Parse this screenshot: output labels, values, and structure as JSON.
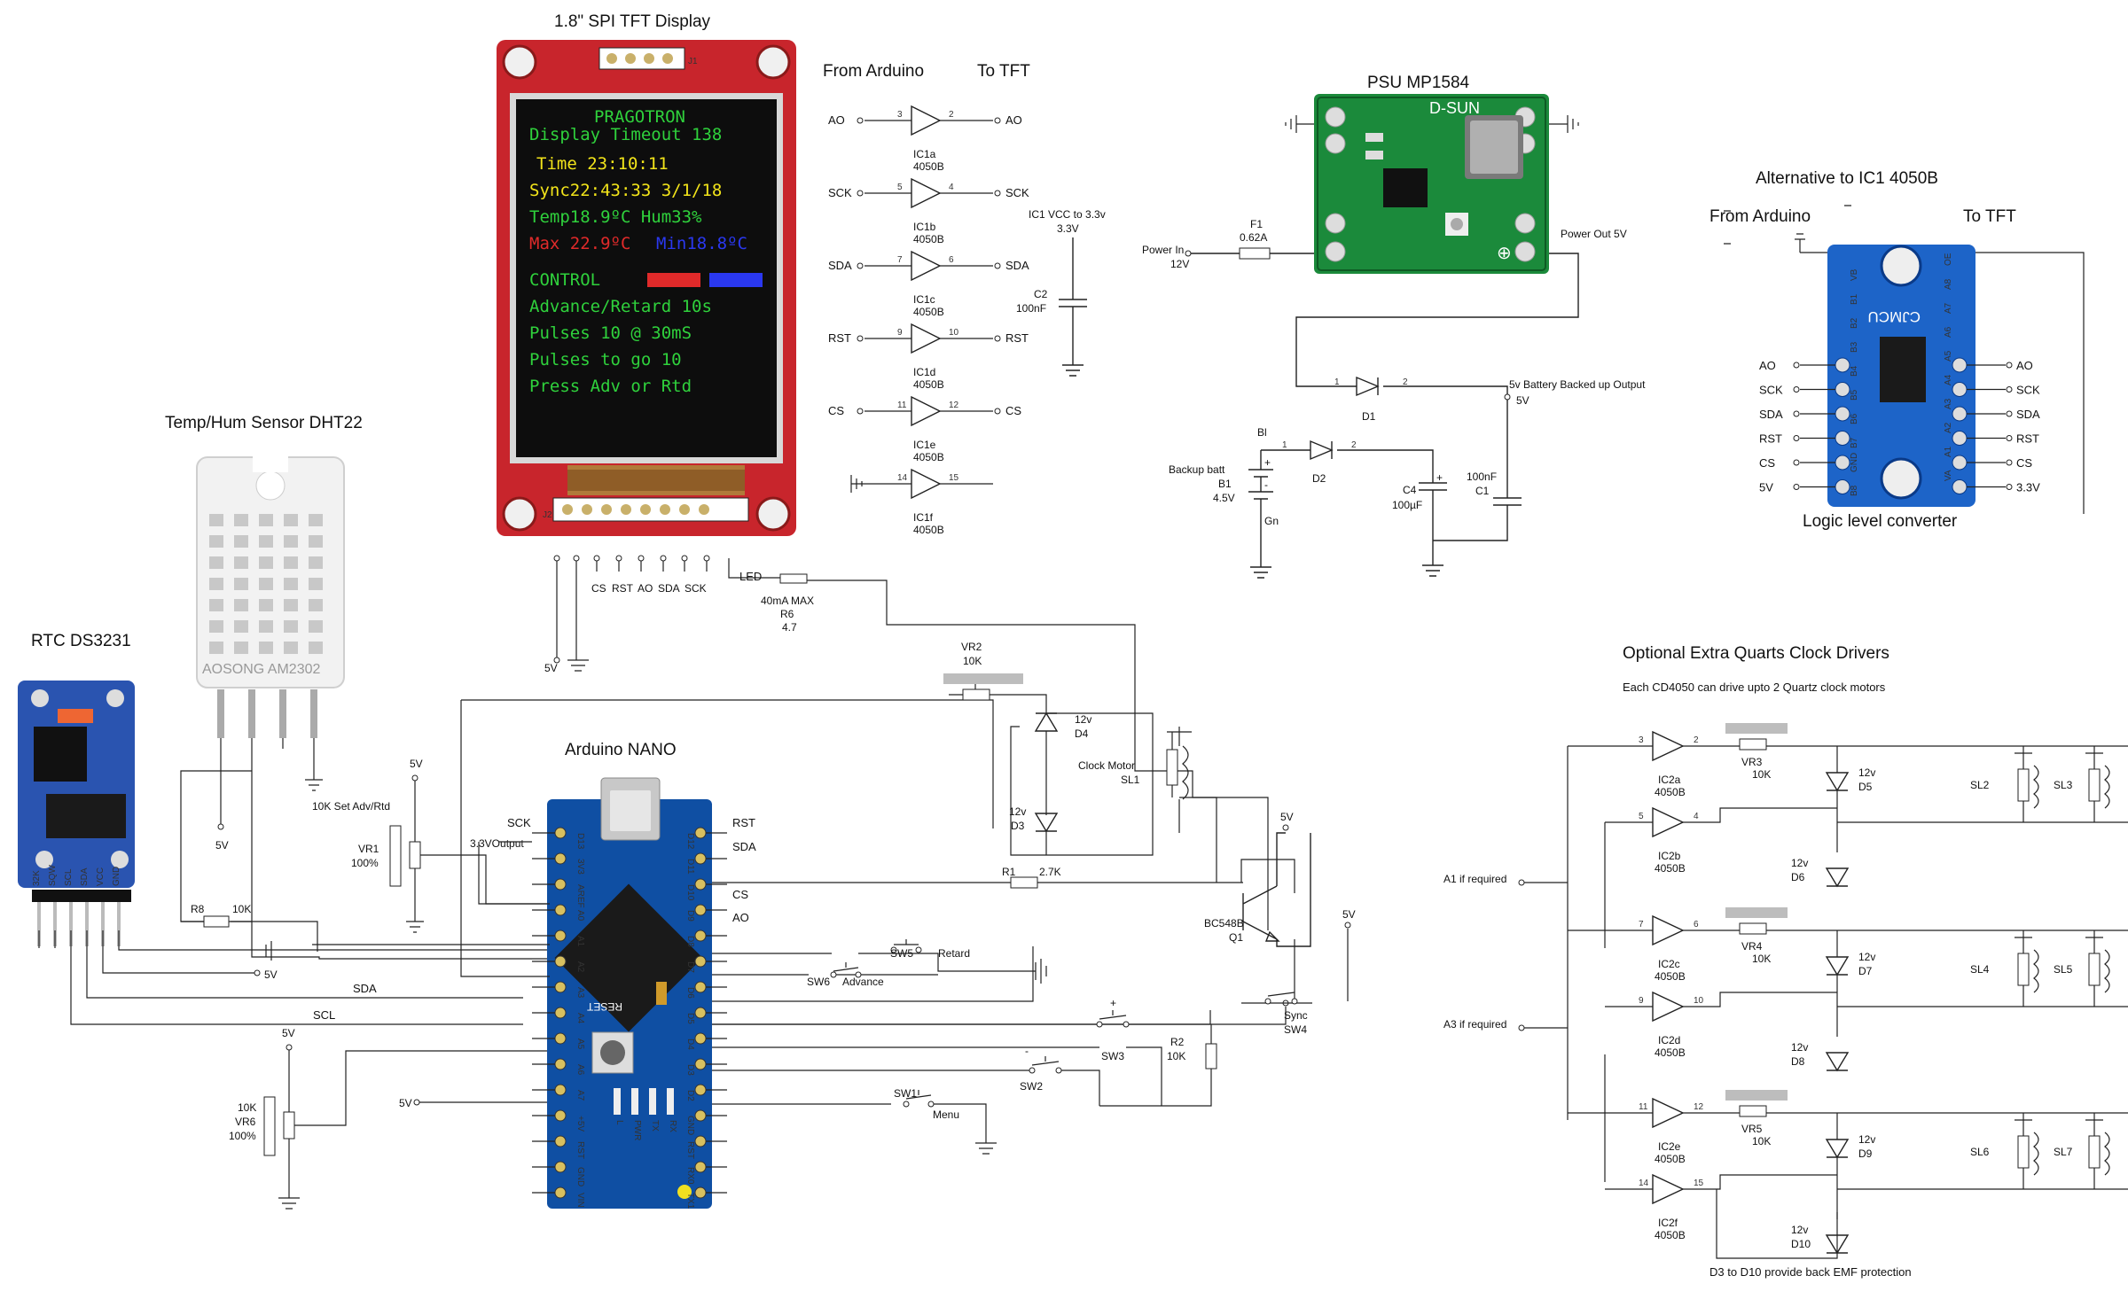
{
  "titles": {
    "tft": "1.8\" SPI TFT Display",
    "from_arduino": "From Arduino",
    "to_tft": "To TFT",
    "psu": "PSU MP1584",
    "alternative": "Alternative to IC1 4050B",
    "from_arduino_alt": "From Arduino",
    "to_tft_alt": "To TFT",
    "logic_level": "Logic level converter",
    "temp_hum": "Temp/Hum Sensor DHT22",
    "rtc": "RTC DS3231",
    "nano": "Arduino NANO",
    "optional": "Optional Extra Quarts Clock Drivers",
    "optional_sub": "Each CD4050 can drive upto 2 Quartz clock motors",
    "backemf": "D3 to D10 provide back EMF protection"
  },
  "tft_screen": {
    "lines": [
      "PRAGOTRON",
      "Display Timeout  138",
      "Time 23:10:11",
      "Sync22:43:33 3/1/18",
      "Temp18.9ºC  Hum33%",
      "Max 22.9ºC",
      "Min18.8ºC",
      "CONTROL",
      "Advance/Retard 10s",
      "Pulses 10      @ 30mS",
      "Pulses to go  10",
      "Press Adv or Rtd"
    ],
    "colors": {
      "green": "#2fd13c",
      "yellow": "#f2e41a",
      "red": "#e02a2a",
      "blue": "#2a38f0"
    }
  },
  "tft_board": {
    "j1": "J1",
    "j2": "J2",
    "pins": [
      "CS",
      "RST",
      "AO",
      "SDA",
      "SCK"
    ],
    "led": "LED",
    "v5": "5V"
  },
  "buffers": [
    {
      "in": "AO",
      "out": "AO",
      "ic": "IC1a",
      "part": "4050B",
      "pin_in": "3",
      "pin_out": "2"
    },
    {
      "in": "SCK",
      "out": "SCK",
      "ic": "IC1b",
      "part": "4050B",
      "pin_in": "5",
      "pin_out": "4"
    },
    {
      "in": "SDA",
      "out": "SDA",
      "ic": "IC1c",
      "part": "4050B",
      "pin_in": "7",
      "pin_out": "6"
    },
    {
      "in": "RST",
      "out": "RST",
      "ic": "IC1d",
      "part": "4050B",
      "pin_in": "9",
      "pin_out": "10"
    },
    {
      "in": "CS",
      "out": "CS",
      "ic": "IC1e",
      "part": "4050B",
      "pin_in": "11",
      "pin_out": "12"
    },
    {
      "in": "",
      "out": "",
      "ic": "IC1f",
      "part": "4050B",
      "pin_in": "14",
      "pin_out": "15"
    }
  ],
  "ic1_vcc": {
    "label": "IC1 VCC to 3.3v",
    "value": "3.3V",
    "c2": "C2",
    "c2v": "100nF"
  },
  "psu": {
    "f1": "F1",
    "f1v": "0.62A",
    "power_in": "Power In",
    "v12": "12V",
    "power_out": "Power Out  5V",
    "board": "D-SUN",
    "d1": "D1",
    "pin1": "1",
    "pin2": "2",
    "batt_out": "5v Battery Backed up Output",
    "v5": "5V",
    "bl": "Bl",
    "backup": "Backup batt",
    "b1": "B1",
    "b1v": "4.5V",
    "gn": "Gn",
    "d2": "D2",
    "c4": "C4",
    "c4v": "100µF",
    "c1v": "100nF",
    "c1": "C1",
    "plus": "+",
    "minus": "-"
  },
  "converter": {
    "left": [
      "AO",
      "SCK",
      "SDA",
      "RST",
      "CS",
      "5V"
    ],
    "right": [
      "AO",
      "SCK",
      "SDA",
      "RST",
      "CS",
      "3.3V"
    ],
    "brand": "CJMCU",
    "top": [
      "B8",
      "GND",
      "B7",
      "B6",
      "B5",
      "B4",
      "B3",
      "B2",
      "B1",
      "VB"
    ],
    "bottom": [
      "OE",
      "A8",
      "A7",
      "A6",
      "A5",
      "A4",
      "A3",
      "A2",
      "A1",
      "VA"
    ]
  },
  "dht": {
    "brand": "AOSONG AM2302"
  },
  "rtc": {
    "pins": [
      "32K",
      "SQW",
      "SCL",
      "SDA",
      "VCC",
      "GND"
    ]
  },
  "nano": {
    "left": [
      "D13",
      "3V3",
      "AREF",
      "A0",
      "A1",
      "A2",
      "A3",
      "A4",
      "A5",
      "A6",
      "A7",
      "+5V",
      "RST",
      "GND",
      "VIN"
    ],
    "right": [
      "D12",
      "D11",
      "D10",
      "D9",
      "D8",
      "D7",
      "D6",
      "D5",
      "D4",
      "D3",
      "D2",
      "GND",
      "RST",
      "RX0",
      "TX1"
    ],
    "reset": "RESET",
    "leds": [
      "L",
      "PWR",
      "TX",
      "RX"
    ]
  },
  "main": {
    "sck": "SCK",
    "v33": "3.3VOutput",
    "rst": "RST",
    "sda": "SDA",
    "cs": "CS",
    "ao": "AO",
    "v5a": "5V",
    "vr1_title": "10K Set Adv/Rtd",
    "vr1": "VR1",
    "vr1_pct": "100%",
    "r8": "R8",
    "r8v": "10K",
    "v5b": "5V",
    "v5c": "5V",
    "sda_line": "SDA",
    "scl_line": "SCL",
    "vr6v": "5V",
    "vr6_10k": "10K",
    "vr6": "VR6",
    "vr6_pct": "100%",
    "v5d": "5V",
    "vr2": "VR2",
    "vr2v": "10K",
    "d4v": "12v",
    "d4": "D4",
    "motor": "Clock Motor",
    "sl1": "SL1",
    "d3v": "12v",
    "d3": "D3",
    "r1": "R1",
    "r1v": "2.7K",
    "q1": "BC548B",
    "q1n": "Q1",
    "q1v": "5V",
    "r6a": "40mA MAX",
    "r6": "R6",
    "r6v": "4.7",
    "sw5": "SW5",
    "retard": "Retard",
    "sw6": "SW6",
    "advance": "Advance",
    "sync": "Sync",
    "sw4": "SW4",
    "v5sync": "5V",
    "sw3": "SW3",
    "r2": "R2",
    "r2v": "10K",
    "sw1": "SW1",
    "menu": "Menu",
    "sw2": "SW2",
    "plus": "+",
    "minus": "-"
  },
  "drivers": {
    "a1": "A1 if required",
    "a3": "A3 if required",
    "ics": [
      {
        "name": "IC2a",
        "part": "4050B",
        "pin_in": "3",
        "pin_out": "2"
      },
      {
        "name": "IC2b",
        "part": "4050B",
        "pin_in": "5",
        "pin_out": "4"
      },
      {
        "name": "IC2c",
        "part": "4050B",
        "pin_in": "7",
        "pin_out": "6"
      },
      {
        "name": "IC2d",
        "part": "4050B",
        "pin_in": "9",
        "pin_out": "10"
      },
      {
        "name": "IC2e",
        "part": "4050B",
        "pin_in": "11",
        "pin_out": "12"
      },
      {
        "name": "IC2f",
        "part": "4050B",
        "pin_in": "14",
        "pin_out": "15"
      }
    ],
    "vrs": [
      {
        "n": "VR3",
        "v": "10K"
      },
      {
        "n": "VR4",
        "v": "10K"
      },
      {
        "n": "VR5",
        "v": "10K"
      }
    ],
    "diodes": [
      {
        "v": "12v",
        "n": "D5"
      },
      {
        "v": "12v",
        "n": "D6"
      },
      {
        "v": "12v",
        "n": "D7"
      },
      {
        "v": "12v",
        "n": "D8"
      },
      {
        "v": "12v",
        "n": "D9"
      },
      {
        "v": "12v",
        "n": "D10"
      }
    ],
    "motors": [
      "SL2",
      "SL3",
      "SL4",
      "SL5",
      "SL6",
      "SL7"
    ]
  }
}
